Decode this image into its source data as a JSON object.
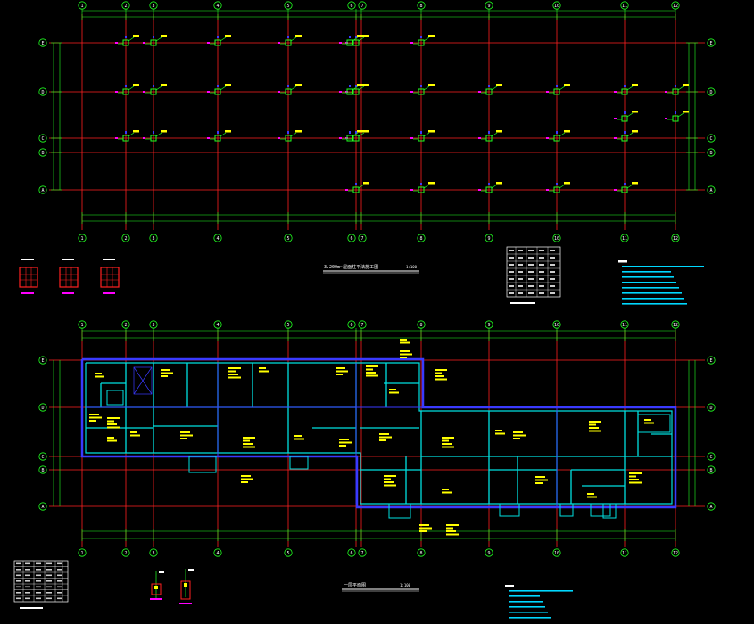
{
  "colors": {
    "background": "#000000",
    "axis_line": "#ff2020",
    "dimension_line": "#20ff20",
    "wall": "#00e0e0",
    "beam_outline": "#3a3aff",
    "label_yellow": "#ffff00",
    "note_cyan": "#00d8ff",
    "text_white": "#ffffff",
    "magenta": "#ff00ff"
  },
  "top_plan": {
    "title": "3.200m~屋面柱平法施工图",
    "scale": "1:100"
  },
  "bottom_plan": {
    "title": "一层平面图",
    "scale": "1:100"
  },
  "axis_labels_x": [
    "1",
    "2",
    "3",
    "4",
    "5",
    "6",
    "7",
    "8",
    "9",
    "10",
    "11",
    "12"
  ],
  "axis_labels_y": [
    "E",
    "D",
    "C",
    "B",
    "A"
  ],
  "icons": [
    "axis-bubble-icon",
    "column-symbol-icon",
    "section-detail-icon"
  ]
}
